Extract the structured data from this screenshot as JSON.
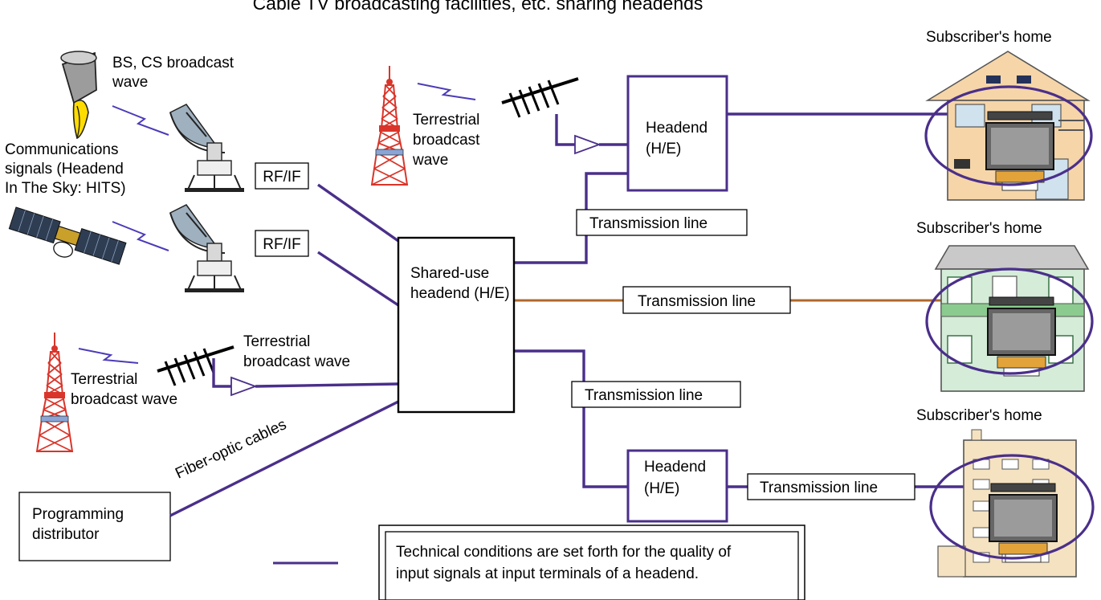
{
  "title": "Cable TV broadcasting facilities, etc. sharing headends",
  "homes": {
    "top": "Subscriber's home",
    "middle": "Subscriber's home",
    "bottom": "Subscriber's home"
  },
  "sources": {
    "bs_cs": [
      "BS, CS broadcast",
      "wave"
    ],
    "comm": [
      "Communications",
      "signals (Headend",
      "In The Sky: HITS)"
    ],
    "terrestrial_left": [
      "Terrestrial",
      "broadcast wave"
    ],
    "terrestrial_left_antenna": [
      "Terrestrial",
      "broadcast wave"
    ],
    "terrestrial_top": [
      "Terrestrial",
      "broadcast",
      "wave"
    ]
  },
  "rf_if": [
    "RF/IF",
    "RF/IF"
  ],
  "shared_headend": [
    "Shared-use",
    "headend (H/E)"
  ],
  "headend_top": [
    "Headend",
    "(H/E)"
  ],
  "headend_bottom": [
    "Headend",
    "(H/E)"
  ],
  "transmission_line": {
    "upper": "Transmission line",
    "middle": "Transmission line",
    "lower": "Transmission line",
    "bottom_right": "Transmission line"
  },
  "fiber": "Fiber-optic cables",
  "programming_distributor": [
    "Programming",
    "distributor"
  ],
  "legend_note": [
    "Technical conditions are set forth for the quality of",
    "input signals at input terminals of a headend."
  ],
  "colors": {
    "wire": "#4a2f8a",
    "wire_brown": "#b0672a",
    "zigzag": "#4b3bb8",
    "house_top": "#f6d5a8",
    "house_middle": "#d5ecd8",
    "house_bottom": "#f5e2c0",
    "tower_red": "#d9352a"
  },
  "icons": {
    "dish": "satellite-dish-icon",
    "satellite": "satellite-icon",
    "tower": "broadcast-tower-icon",
    "antenna": "yagi-antenna-icon",
    "amplifier": "amplifier-triangle-icon",
    "tv": "television-icon",
    "house": "house-icon",
    "broadcast_dish": "bs-cs-dish-icon"
  }
}
